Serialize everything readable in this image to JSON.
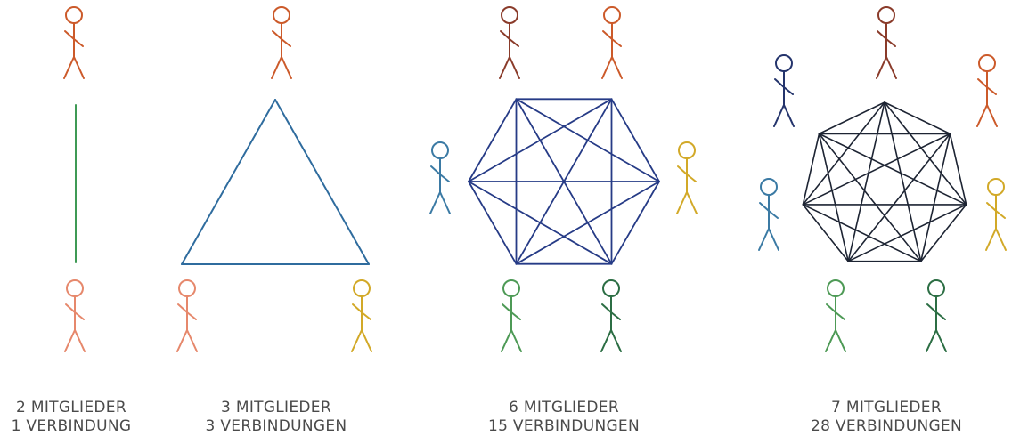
{
  "colors": {
    "background": "#ffffff",
    "text": "#4a4a4a",
    "edge_pair": "#3f9a55",
    "edge_triangle": "#2f6c9e",
    "edge_hexagon": "#263b86",
    "edge_heptagon": "#1d2433",
    "person_orange": "#cc5a2a",
    "person_brown": "#8a3b2a",
    "person_salmon": "#e6886c",
    "person_yellow": "#d2a928",
    "person_blue": "#3b7aa4",
    "person_green": "#4e9a56",
    "person_darkgreen": "#2c6e44",
    "person_navy": "#24346c"
  },
  "groups": [
    {
      "id": "group-2",
      "members": 2,
      "connections": 1,
      "line1": "2 MITGLIEDER",
      "line2": "1 VERBINDUNG",
      "edge_color": "edge_pair",
      "person_colors": [
        "person_orange",
        "person_salmon"
      ]
    },
    {
      "id": "group-3",
      "members": 3,
      "connections": 3,
      "line1": "3 MITGLIEDER",
      "line2": "3 VERBINDUNGEN",
      "edge_color": "edge_triangle",
      "person_colors": [
        "person_orange",
        "person_salmon",
        "person_yellow"
      ]
    },
    {
      "id": "group-6",
      "members": 6,
      "connections": 15,
      "line1": "6 MITGLIEDER",
      "line2": "15 VERBINDUNGEN",
      "edge_color": "edge_hexagon",
      "person_colors": [
        "person_brown",
        "person_orange",
        "person_blue",
        "person_yellow",
        "person_green",
        "person_darkgreen"
      ]
    },
    {
      "id": "group-7",
      "members": 7,
      "connections": 28,
      "line1": "7 MITGLIEDER",
      "line2": "28 VERBINDUNGEN",
      "edge_color": "edge_heptagon",
      "person_colors": [
        "person_brown",
        "person_navy",
        "person_orange",
        "person_blue",
        "person_yellow",
        "person_green",
        "person_darkgreen"
      ]
    }
  ]
}
